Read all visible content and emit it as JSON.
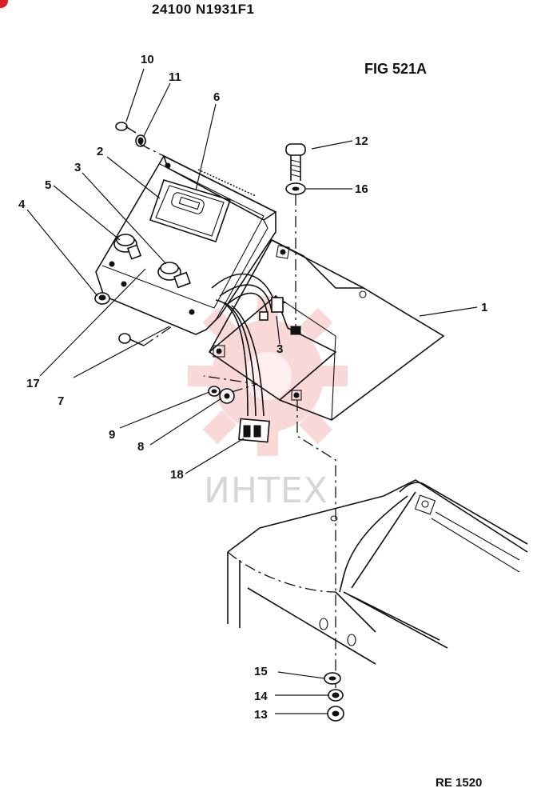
{
  "header": {
    "part_number": "24100 N1931F1",
    "figure": "FIG 521A"
  },
  "footer": {
    "reference": "RE 1520"
  },
  "watermark": {
    "text": "ИНТЕХ",
    "color": "#e03030"
  },
  "callouts": [
    {
      "id": "c10",
      "label": "10"
    },
    {
      "id": "c11",
      "label": "11"
    },
    {
      "id": "c6",
      "label": "6"
    },
    {
      "id": "c2",
      "label": "2"
    },
    {
      "id": "c3a",
      "label": "3"
    },
    {
      "id": "c5",
      "label": "5"
    },
    {
      "id": "c4",
      "label": "4"
    },
    {
      "id": "c12",
      "label": "12"
    },
    {
      "id": "c16",
      "label": "16"
    },
    {
      "id": "c1",
      "label": "1"
    },
    {
      "id": "c3b",
      "label": "3"
    },
    {
      "id": "c17",
      "label": "17"
    },
    {
      "id": "c7",
      "label": "7"
    },
    {
      "id": "c9",
      "label": "9"
    },
    {
      "id": "c8",
      "label": "8"
    },
    {
      "id": "c18",
      "label": "18"
    },
    {
      "id": "c15",
      "label": "15"
    },
    {
      "id": "c14",
      "label": "14"
    },
    {
      "id": "c13",
      "label": "13"
    }
  ]
}
